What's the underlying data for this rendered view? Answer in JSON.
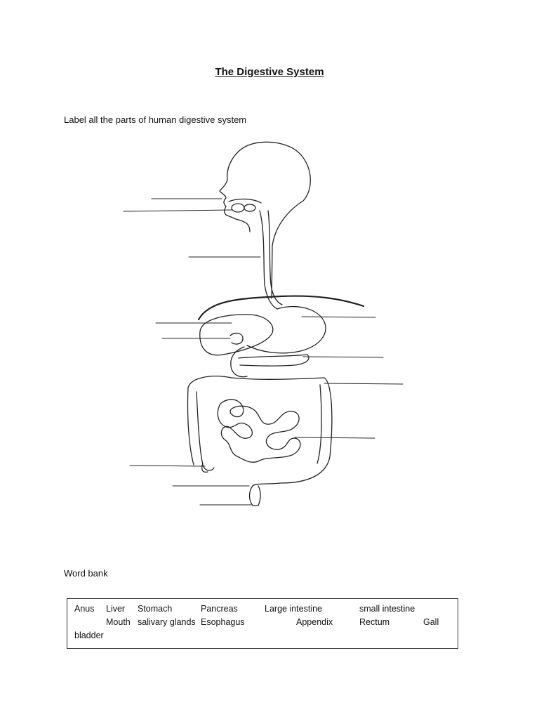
{
  "title": "The Digestive System",
  "instruction": "Label all the parts of human digestive system",
  "word_bank": {
    "heading": "Word bank",
    "words": [
      "Anus",
      "Liver",
      "Stomach",
      "Pancreas",
      "Large intestine",
      "small intestine",
      "Mouth",
      "salivary glands",
      "Esophagus",
      "Appendix",
      "Rectum",
      "Gall",
      "bladder"
    ]
  }
}
